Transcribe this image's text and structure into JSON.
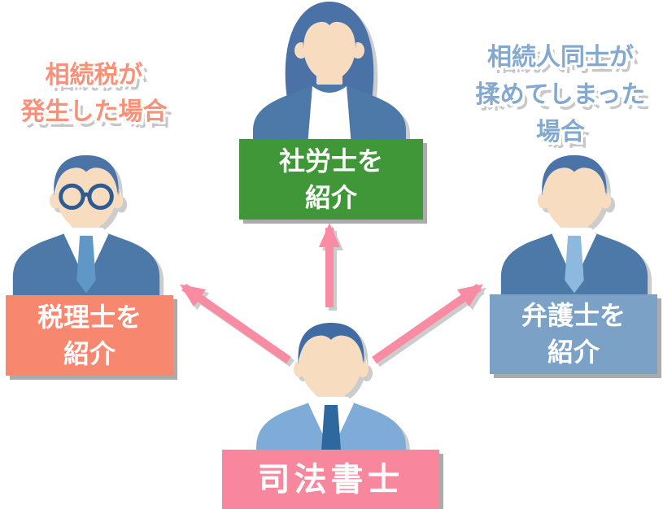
{
  "captions": {
    "inheritance_tax": {
      "line1": "相続税が",
      "line2": "発生した場合",
      "color": "#fb9078"
    },
    "heir_dispute": {
      "line1": "相続人同士が",
      "line2": "揉めてしまった",
      "line3": "場合",
      "color": "#84a9d0"
    }
  },
  "boxes": {
    "sharoushi": {
      "line1": "社労士を",
      "line2": "紹介",
      "bg_color": "#3f9738"
    },
    "zeirishi": {
      "line1": "税理士を",
      "line2": "紹介",
      "bg_color": "#f8876f"
    },
    "bengoshi": {
      "line1": "弁護士を",
      "line2": "紹介",
      "bg_color": "#7ba1c7"
    },
    "shihoushoshi": {
      "label": "司法書士",
      "bg_color": "#f8869d"
    }
  },
  "figures": {
    "sharoushi": "female-consultant-figure",
    "zeirishi": "male-consultant-glasses-figure",
    "bengoshi": "male-consultant-figure",
    "shihoushoshi": "male-scrivener-figure"
  },
  "arrows": {
    "color": "#f98ba3",
    "targets": [
      "sharoushi",
      "zeirishi",
      "bengoshi"
    ]
  }
}
